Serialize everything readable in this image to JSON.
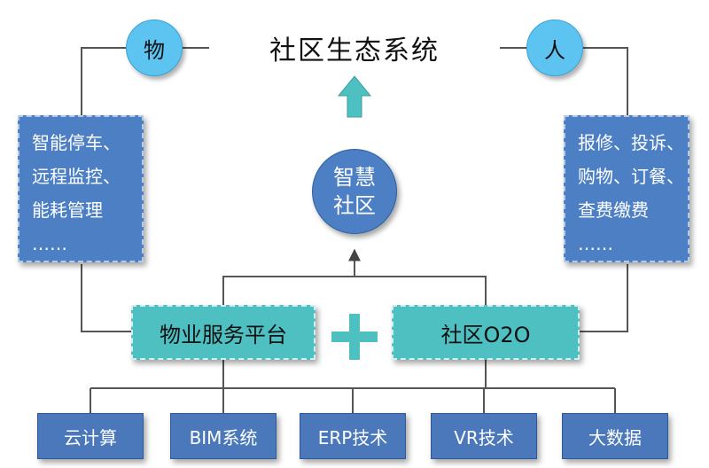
{
  "title": "社区生态系统",
  "left_node": {
    "label": "物",
    "items": [
      "智能停车、",
      "远程监控、",
      "能耗管理",
      "……"
    ]
  },
  "right_node": {
    "label": "人",
    "items": [
      "报修、投诉、",
      "购物、订餐、",
      "查费缴费",
      "……"
    ]
  },
  "hub": {
    "line1": "智慧",
    "line2": "社区"
  },
  "platforms": [
    "物业服务平台",
    "社区O2O"
  ],
  "plus_symbol": "+",
  "technologies": [
    "云计算",
    "BIM系统",
    "ERP技术",
    "VR技术",
    "大数据"
  ],
  "colors": {
    "light_blue": "#5dc4f2",
    "mid_blue": "#4d7fc4",
    "teal": "#4fc0c2",
    "line_gray": "#555555"
  }
}
